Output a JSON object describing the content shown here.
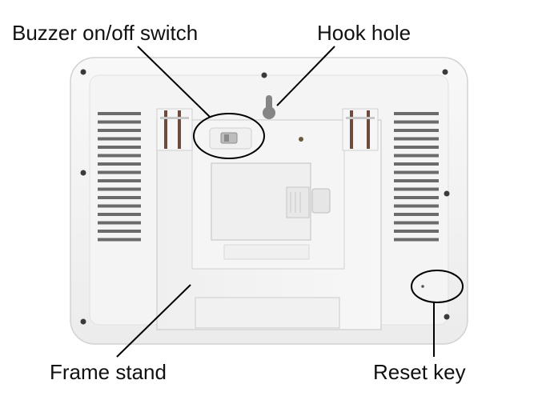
{
  "labels": {
    "buzzer_switch": "Buzzer on/off switch",
    "hook_hole": "Hook hole",
    "frame_stand": "Frame stand",
    "reset_key": "Reset key"
  },
  "colors": {
    "device_body": "#f3f3f3",
    "device_edge": "#d6d6d6",
    "vent_slot": "#6b6b6b",
    "screw_dot": "#3a3a3a",
    "callout_line": "#000000"
  },
  "icons": [
    "hook-hole-icon",
    "buzzer-switch-icon",
    "reset-pinhole-icon",
    "screw-icon"
  ]
}
